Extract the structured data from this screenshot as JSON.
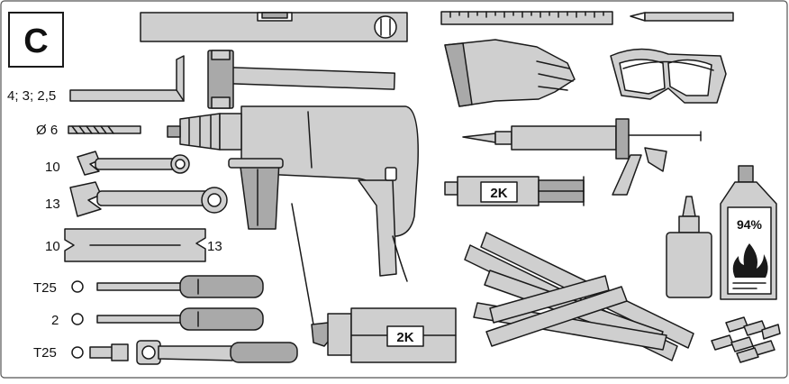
{
  "section_label": "C",
  "labels": {
    "allen_keys": "4; 3; 2,5",
    "drill_bit": "Ø 6",
    "wrench_small": "10",
    "wrench_large": "13",
    "plate_left": "10",
    "plate_right": "13",
    "screwdriver_torx": "T25",
    "screwdriver_phillips": "2",
    "ratchet_bit": "T25"
  },
  "badges": {
    "syringe": "2K",
    "cartridge": "2K",
    "solvent_percent": "94%"
  },
  "colors": {
    "fill": "#cfcfcf",
    "fill_dark": "#a9a9a9",
    "stroke": "#1a1a1a",
    "frame": "#555555"
  },
  "icons": {
    "flame": "flammable-flame-icon"
  }
}
